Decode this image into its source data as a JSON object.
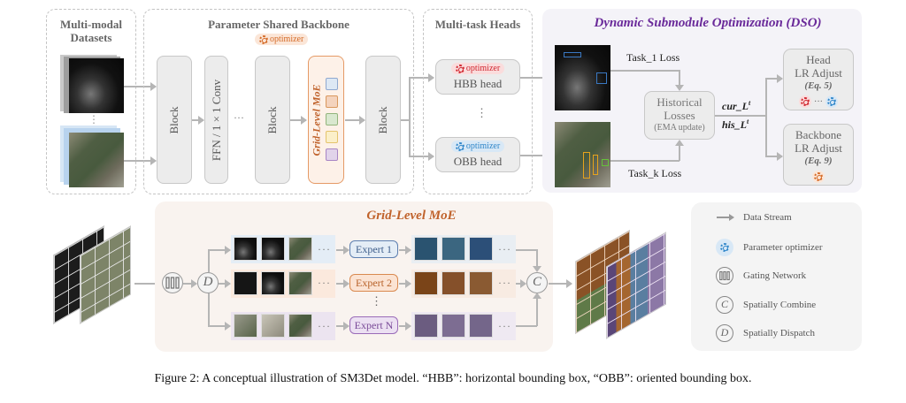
{
  "top": {
    "datasets": {
      "title": "Multi-modal Datasets",
      "ellipsis": "⋮"
    },
    "backbone": {
      "title": "Parameter Shared Backbone",
      "optimizer_label": "optimizer",
      "blocks": [
        "Block",
        "FFN / 1 × 1 Conv",
        "Block",
        "Block"
      ],
      "ellipsis": "···",
      "moe_label": "Grid-Level MoE",
      "moe_colors": [
        "#dde8f4",
        "#f4d3bd",
        "#d9e8cf",
        "#fbefc9",
        "#e1d3ea"
      ]
    },
    "heads": {
      "title": "Multi-task Heads",
      "hbb": {
        "optimizer_label": "optimizer",
        "label": "HBB head",
        "color": "#d0262f"
      },
      "obb": {
        "optimizer_label": "optimizer",
        "label": "OBB head",
        "color": "#2f86c9"
      },
      "ellipsis": "⋮"
    },
    "dso": {
      "title": "Dynamic Submodule Optimization (DSO)",
      "task1_loss": "Task_1 Loss",
      "taskk_loss": "Task_k Loss",
      "historical": [
        "Historical",
        "Losses",
        "(EMA update)"
      ],
      "cur_l": "cur_L",
      "his_l": "his_L",
      "superscript": "t",
      "head_adjust": {
        "line1": "Head",
        "line2": "LR Adjust",
        "eq": "(Eq. 5)",
        "ellipsis": "···"
      },
      "backbone_adjust": {
        "line1": "Backbone",
        "line2": "LR Adjust",
        "eq": "(Eq. 9)"
      }
    }
  },
  "bottom": {
    "moe": {
      "title": "Grid-Level MoE",
      "dispatch_symbol": "D",
      "combine_symbol": "C",
      "experts": [
        {
          "label": "Expert 1",
          "bg": "#e4edf6",
          "border": "#5d7fb0",
          "color": "#3f5f8c",
          "tint": "#2f5b78"
        },
        {
          "label": "Expert 2",
          "bg": "#fbe3d3",
          "border": "#d9894f",
          "color": "#b8622a",
          "tint": "#7a4418"
        },
        {
          "label": "Expert N",
          "bg": "#ece0f2",
          "border": "#9a6bb8",
          "color": "#7a4b98",
          "tint": "#6b5c80"
        }
      ],
      "ellipsis": "···",
      "vertical_ellipsis": "⋮"
    },
    "legend": [
      {
        "icon": "arrow-icon",
        "label": "Data Stream"
      },
      {
        "icon": "gear-icon",
        "label": "Parameter optimizer"
      },
      {
        "icon": "gating-icon",
        "label": "Gating Network"
      },
      {
        "icon": "combine-icon",
        "label": "Spatially Combine",
        "symbol": "C"
      },
      {
        "icon": "dispatch-icon",
        "label": "Spatially Dispatch",
        "symbol": "D"
      }
    ]
  },
  "caption": "Figure 2: A conceptual illustration of SM3Det model. “HBB”: horizontal bounding box, “OBB”: oriented bounding box."
}
